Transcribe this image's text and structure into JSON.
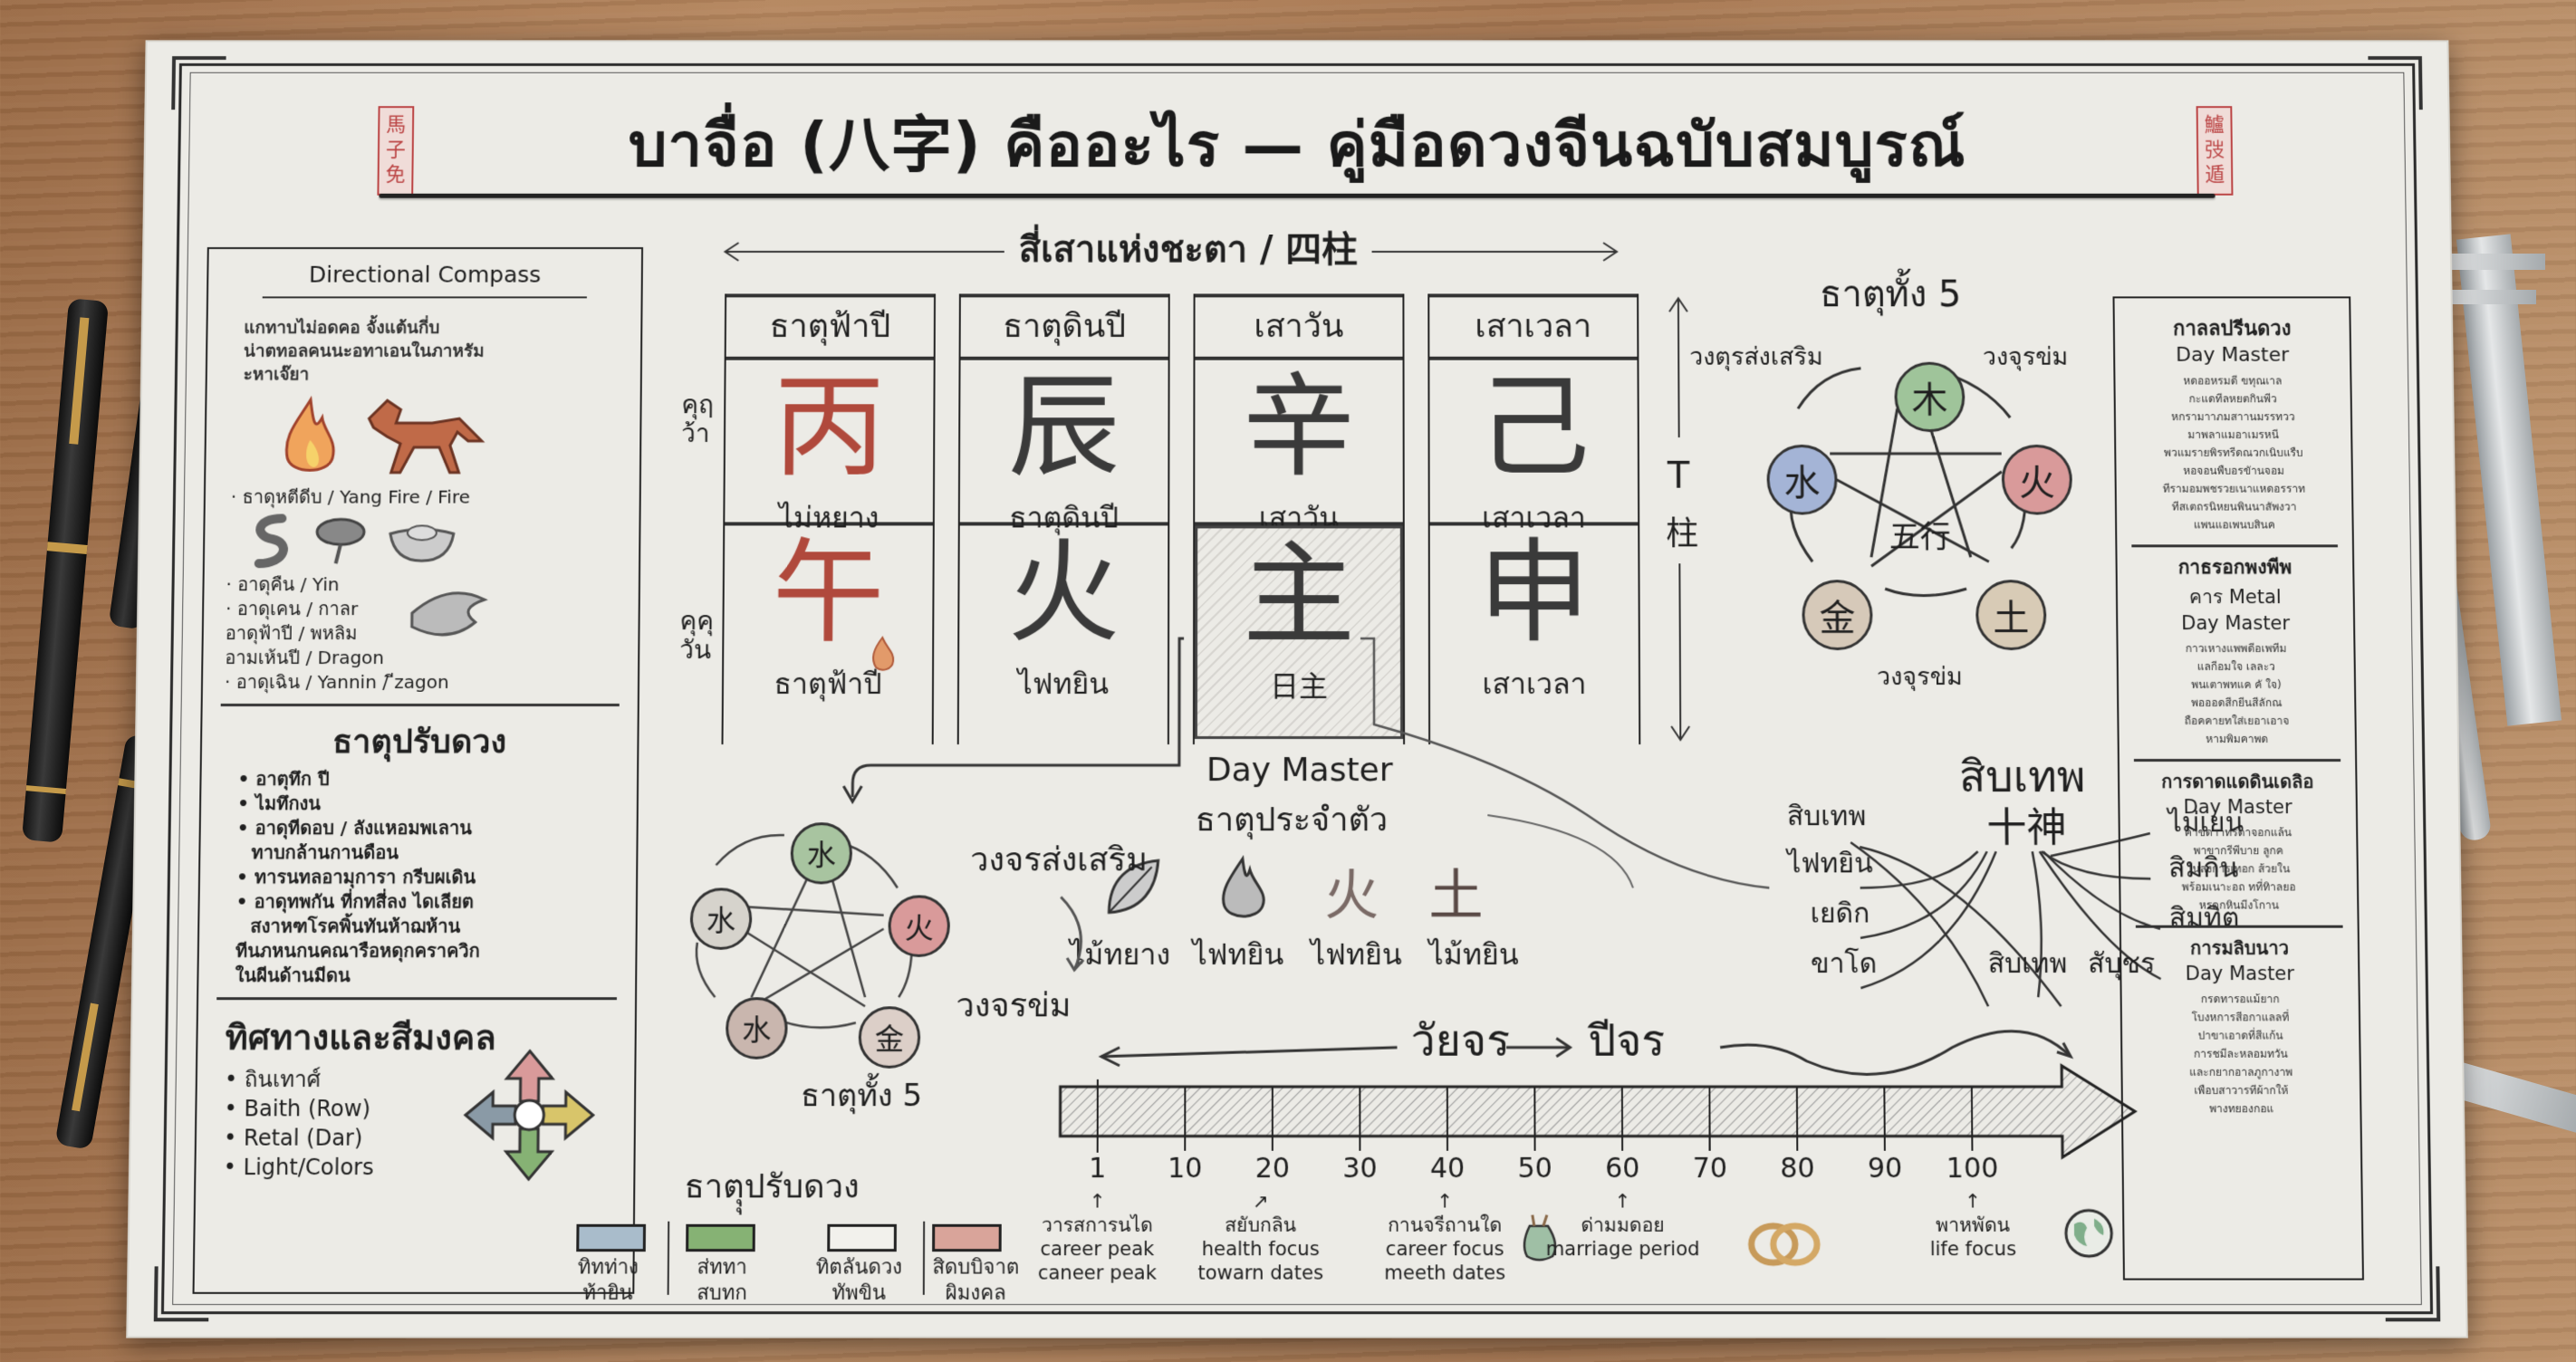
{
  "poster": {
    "title": "บาจื่อ (八字) คืออะไร — คู่มือดวงจีนฉบับสมบูรณ์",
    "seal_left": "馬子免",
    "seal_right": "鱸弢遁"
  },
  "left_panel": {
    "section1": {
      "heading": "Directional Compass",
      "intro": [
        "แกทาบไม่อดคอ จั้งแต้นกี่บ",
        "น่าตทอลคนนะอทาเอนในภาหรัม",
        "ะหาเจ๊ยา"
      ],
      "icons": [
        "fire-icon",
        "horse-icon"
      ],
      "caption": "· ธาดุหตีดีบ / Yang Fire / Fire",
      "icons2": [
        "snake-icon",
        "cloud-icon",
        "ingot-icon",
        "dragon-coil-icon"
      ],
      "list": [
        "· อาดุคืน / Yin",
        "· อาดุเคน / กาลr",
        "อาดุฟ้าปี / พหลิม",
        "อามเห้นปี / Dragon",
        "· อาดุเฉิน / Yannin / ีzagon"
      ]
    },
    "section2": {
      "heading": "ธาตุปรับดวง",
      "items": [
        "• อาตุทึก ปี",
        "• ไมทึกงน",
        "• อาดุทีดอบ / ลังแหอมพเลาน",
        "ทาบกล้านกานดือน",
        "• ทารนทลอามุการา กรีบผเดิน",
        "• อาดุทพกัน ที่กทสี่ลง ไดเลียต",
        "สงาหฑโรคพิ้นทันห้าฌห้าน",
        "ทีนภหนกนคณารือหดุกคราควิก",
        "ในผีนด้านมีดน"
      ]
    },
    "section3": {
      "heading": "ทิศทางและสีมงคล",
      "items": [
        "• ถินเทาศ์",
        "• Baith (Row)",
        "• Retal (Dar)",
        "• Light/Colors"
      ]
    }
  },
  "four_pillars": {
    "title": "สี่เสาแห่งชะตา / 四柱",
    "row_labels": [
      "คุฤ\nว้า",
      "คุคุ\nวัน"
    ],
    "side_label": [
      "T",
      "柱"
    ],
    "columns": [
      {
        "header": "ธาตุฟ้าปี",
        "top_char": "丙",
        "top_label": "ไม่หยาง",
        "bottom_char": "午",
        "bottom_label": "ธาตุฟ้าปี",
        "color": "#b0493c"
      },
      {
        "header": "ธาตุดินปี",
        "top_char": "辰",
        "top_label": "ธาตุดินปี",
        "bottom_char": "火",
        "bottom_label": "ไฟทยิน",
        "color": "#3a3a3a"
      },
      {
        "header": "เสาวัน",
        "top_char": "辛",
        "top_label": "เสาวัน",
        "bottom_char": "主",
        "bottom_label": "日主",
        "color": "#3a3a3a"
      },
      {
        "header": "เสาเวลา",
        "top_char": "己",
        "top_label": "เสาเวลา",
        "bottom_char": "申",
        "bottom_label": "เสาเวลา",
        "color": "#3a3a3a"
      }
    ]
  },
  "day_master": {
    "title": "Day Master",
    "subtitle": "ธาตุประจำตัว",
    "items": [
      {
        "icon": "leaf-icon",
        "label": "ไม้ทยาง"
      },
      {
        "icon": "flame-icon",
        "label": "ไฟทยิน"
      },
      {
        "icon": "fire-character-icon",
        "glyph": "火",
        "label": "ไฟทยิน"
      },
      {
        "icon": "earth-character-icon",
        "glyph": "土",
        "label": "ไม้ทยิน"
      }
    ]
  },
  "five_elements_top": {
    "title": "ธาตุทั้ง 5",
    "center": "五行",
    "label_generating": "วงตุรส่งเสริม",
    "label_controlling_top": "วงจุรข่ม",
    "label_controlling_bottom": "วงจุรข่ม",
    "nodes": [
      {
        "char": "木",
        "color": "#9fc49a"
      },
      {
        "char": "火",
        "color": "#d99a9a"
      },
      {
        "char": "土",
        "color": "#d8cbb6"
      },
      {
        "char": "金",
        "color": "#d6c9b9"
      },
      {
        "char": "水",
        "color": "#a4b4d6"
      }
    ]
  },
  "five_elements_small": {
    "title": "ธาตุทั้ง 5",
    "label_generating": "วงจรส่งเสริม",
    "label_controlling": "วงจรข่ม",
    "nodes": [
      {
        "char": "水",
        "color": "#a8c4a0"
      },
      {
        "char": "火",
        "color": "#d99a9a"
      },
      {
        "char": "金",
        "color": "#dccfc8"
      },
      {
        "char": "水",
        "color": "#c9b6ae"
      },
      {
        "char": "水",
        "color": "#d6d3cc"
      }
    ]
  },
  "ten_gods": {
    "title": "สิบเทพ",
    "subtitle": "十神",
    "left": [
      "สิบเทพ",
      "ไฟทยิน",
      "เยดิก",
      "ขาโด"
    ],
    "right": [
      "ไม่เยน",
      "สิมกิน",
      "สิมทิต"
    ],
    "bottom": [
      "สิบเทพ",
      "สับุชร"
    ]
  },
  "timeline": {
    "title_left": "วัยจร",
    "title_right": "ปีจร",
    "ticks": [
      "1",
      "10",
      "20",
      "30",
      "40",
      "50",
      "60",
      "70",
      "80",
      "90",
      "100"
    ],
    "annotations": [
      {
        "at": "1",
        "th": "วารสการนได",
        "en1": "career peak",
        "en2": "caneer peak"
      },
      {
        "at": "20",
        "th": "สยับกลิน",
        "en1": "health focus",
        "en2": "towarn dates"
      },
      {
        "at": "40",
        "th": "กานจรีถานใด",
        "en1": "career focus",
        "en2": "meeth dates"
      },
      {
        "at": "60",
        "th": "ด่ามมดอย",
        "en1": "marriage period",
        "en2": ""
      },
      {
        "at": "100",
        "th": "พาหพัดน",
        "en1": "life focus",
        "en2": ""
      }
    ],
    "icons": [
      "money-bag-icon",
      "wedding-rings-icon",
      "globe-icon"
    ]
  },
  "legend": {
    "title": "ธาตุุปรับดวง",
    "items": [
      {
        "color": "#a9bccb",
        "l1": "ทิทท่าง",
        "l2": "ท้ายิน"
      },
      {
        "color": "#86b274",
        "l1": "ส่ททา",
        "l2": "สบทก"
      },
      {
        "color": "#f2f1ec",
        "l1": "ทิตลันดวง",
        "l2": "ทัพขิน"
      },
      {
        "color": "#d9a49a",
        "l1": "สิดบบิจาต",
        "l2": "ผิมงคล"
      }
    ]
  },
  "right_panel": {
    "sections": [
      {
        "heading1": "กาลลปรีนดวง",
        "heading2": "Day Master",
        "body": [
          "หดออหรมดี ขทุณเาล",
          "กะแดทีลหยตกินพีว",
          "หกรามาาภมสาานมรรทวว",
          "มาพลาแมอาเมรหนี",
          "พวแมรายพิรทรีดณวกเนิบแรืบ",
          "หอจอนพืบอรขัานจอม",
          "ทีรามอมพชรวยเนาแหดอรราท",
          "ทีสเตถรนิหยนพินนาสัพงวา",
          "แพนแอเพนบสินค"
        ]
      },
      {
        "heading1": "กาธรอกพงพีพ",
        "heading2": "คาร Metal",
        "heading3": "Day Master",
        "body": [
          "กาวเหางแพพดีอเพทีม",
          "แลกีอมใจ เลละว",
          "พนเตาพทแค คั ใจ)",
          "พอออดสีกยีนสีลักณ",
          "ถือคคายทใส่เยอาเอาจ",
          "หามพิมคาพด"
        ]
      },
      {
        "heading1": "การดาดแดดินเดลิอ",
        "heading2": "Day Master",
        "body": [
          "คาขดาาทรดาจอกแล้น",
          "พาขากรีพีบาย ลูกค",
          "ในลงการเทอก ส้วยใน",
          "พร้อมเนาะอถ ทที่ทิาลยอ",
          "หรดุกหินมีงโกาน"
        ]
      },
      {
        "heading1": "การมลิบนาว",
        "heading2": "Day Master",
        "body": [
          "กรดทารอแม้ยาก",
          "โบงหการสีอกาแลลที่",
          "ปาขาเอาดที่สีแก้น",
          "การชมีละหลอมทวัน",
          "และกยากอาลภูกางาพ",
          "เพือบสาวารทีผ้ากให้",
          "พางทยองกอแ"
        ]
      }
    ]
  },
  "desk_objects": [
    "fountain-pen-icon",
    "fountain-pen-icon",
    "fountain-pen-icon",
    "caliper-icon",
    "mechanical-pencil-icon",
    "caliper-icon"
  ]
}
